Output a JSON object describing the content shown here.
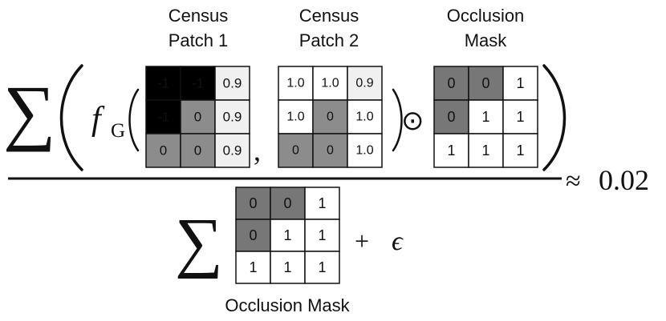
{
  "labels": {
    "census_patch_1": [
      "Census",
      "Patch 1"
    ],
    "census_patch_2": [
      "Census",
      "Patch 2"
    ],
    "occlusion_mask_top": [
      "Occlusion",
      "Mask"
    ],
    "occlusion_mask_bottom": "Occlusion Mask"
  },
  "math": {
    "sum": "∑",
    "f": "f",
    "f_subscript": "G",
    "comma": ",",
    "odot": "⊙",
    "plus": "+",
    "epsilon": "ϵ",
    "approx": "≈",
    "result": "0.02"
  },
  "matrices": {
    "census_patch_1": [
      [
        "-1",
        "-1",
        "0.9"
      ],
      [
        "-1",
        "0",
        "0.9"
      ],
      [
        "0",
        "0",
        "0.9"
      ]
    ],
    "census_patch_2": [
      [
        "1.0",
        "1.0",
        "0.9"
      ],
      [
        "1.0",
        "0",
        "1.0"
      ],
      [
        "0",
        "0",
        "1.0"
      ]
    ],
    "occlusion_mask": [
      [
        "0",
        "0",
        "1"
      ],
      [
        "0",
        "1",
        "1"
      ],
      [
        "1",
        "1",
        "1"
      ]
    ]
  },
  "colors": {
    "value_minus_one": "#000000",
    "value_zero": "#8c8c8c",
    "value_zero_mask": "#777777",
    "value_point_nine": "#f0f0f0",
    "value_one": "#ffffff",
    "text_dark": "#111111",
    "text_light": "#ffffff"
  }
}
